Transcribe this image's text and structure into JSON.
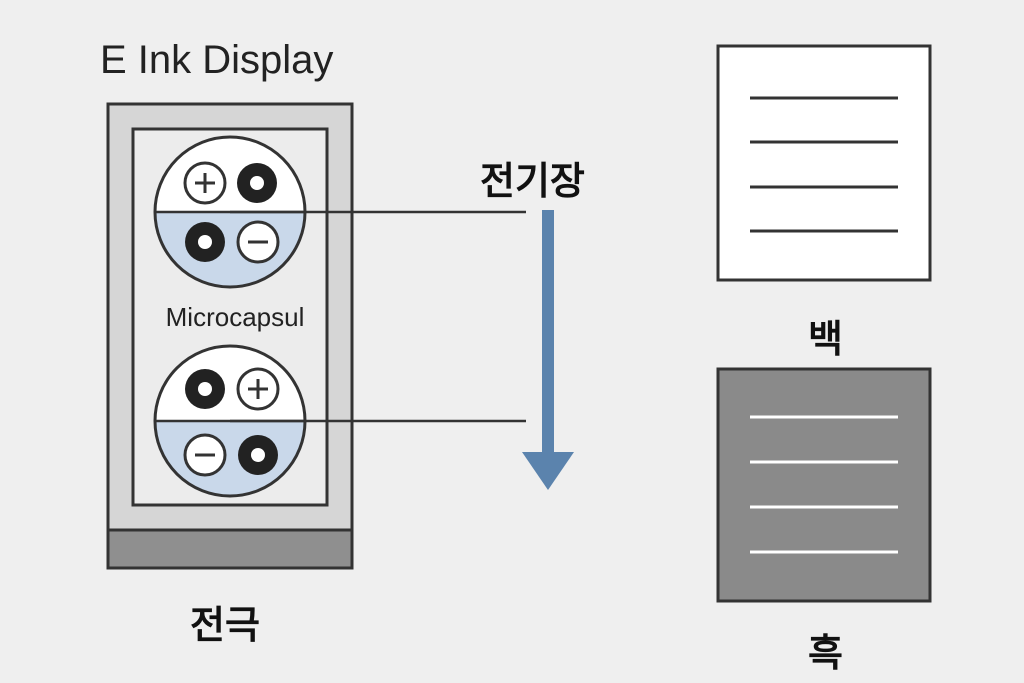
{
  "title": "E Ink Display",
  "labels": {
    "electric_field": "전기장",
    "electrode": "전극",
    "white": "백",
    "black": "흑",
    "microcapsule": "Microcapsul"
  },
  "colors": {
    "background": "#efefef",
    "frame_outer": "#d6d6d6",
    "frame_border": "#333333",
    "panel": "#ececec",
    "electrode_bar": "#8f8f8f",
    "capsule_bottom": "#c9d8ea",
    "arrow": "#5b83ad",
    "black_panel": "#8a8a8a",
    "white_panel": "#ffffff"
  },
  "capsules": [
    {
      "top_row": [
        "plus-icon",
        "dark-particle-icon"
      ],
      "bottom_row": [
        "dark-particle-icon",
        "minus-icon"
      ]
    },
    {
      "top_row": [
        "dark-particle-icon",
        "plus-icon"
      ],
      "bottom_row": [
        "minus-icon",
        "dark-particle-icon"
      ]
    }
  ]
}
